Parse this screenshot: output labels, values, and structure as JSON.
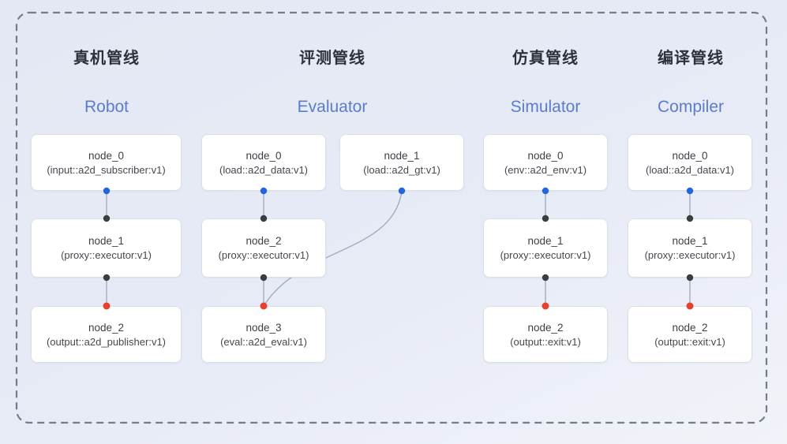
{
  "diagram": {
    "pipelines": [
      {
        "title_zh": "真机管线",
        "title_en": "Robot",
        "nodes": [
          {
            "name": "node_0",
            "type": "(input::a2d_subscriber:v1)"
          },
          {
            "name": "node_1",
            "type": "(proxy::executor:v1)"
          },
          {
            "name": "node_2",
            "type": "(output::a2d_publisher:v1)"
          }
        ]
      },
      {
        "title_zh": "评测管线",
        "title_en": "Evaluator",
        "nodes": [
          {
            "name": "node_0",
            "type": "(load::a2d_data:v1)"
          },
          {
            "name": "node_1",
            "type": "(load::a2d_gt:v1)"
          },
          {
            "name": "node_2",
            "type": "(proxy::executor:v1)"
          },
          {
            "name": "node_3",
            "type": "(eval::a2d_eval:v1)"
          }
        ]
      },
      {
        "title_zh": "仿真管线",
        "title_en": "Simulator",
        "nodes": [
          {
            "name": "node_0",
            "type": "(env::a2d_env:v1)"
          },
          {
            "name": "node_1",
            "type": "(proxy::executor:v1)"
          },
          {
            "name": "node_2",
            "type": "(output::exit:v1)"
          }
        ]
      },
      {
        "title_zh": "编译管线",
        "title_en": "Compiler",
        "nodes": [
          {
            "name": "node_0",
            "type": "(load::a2d_data:v1)"
          },
          {
            "name": "node_1",
            "type": "(proxy::executor:v1)"
          },
          {
            "name": "node_2",
            "type": "(output::exit:v1)"
          }
        ]
      }
    ],
    "colors": {
      "accent_title": "#5b7dc9",
      "port_blue": "#2166e0",
      "port_black": "#3b3d40",
      "port_red": "#e8402f",
      "edge": "#a3adc0",
      "frame_dash": "#757b89"
    }
  }
}
